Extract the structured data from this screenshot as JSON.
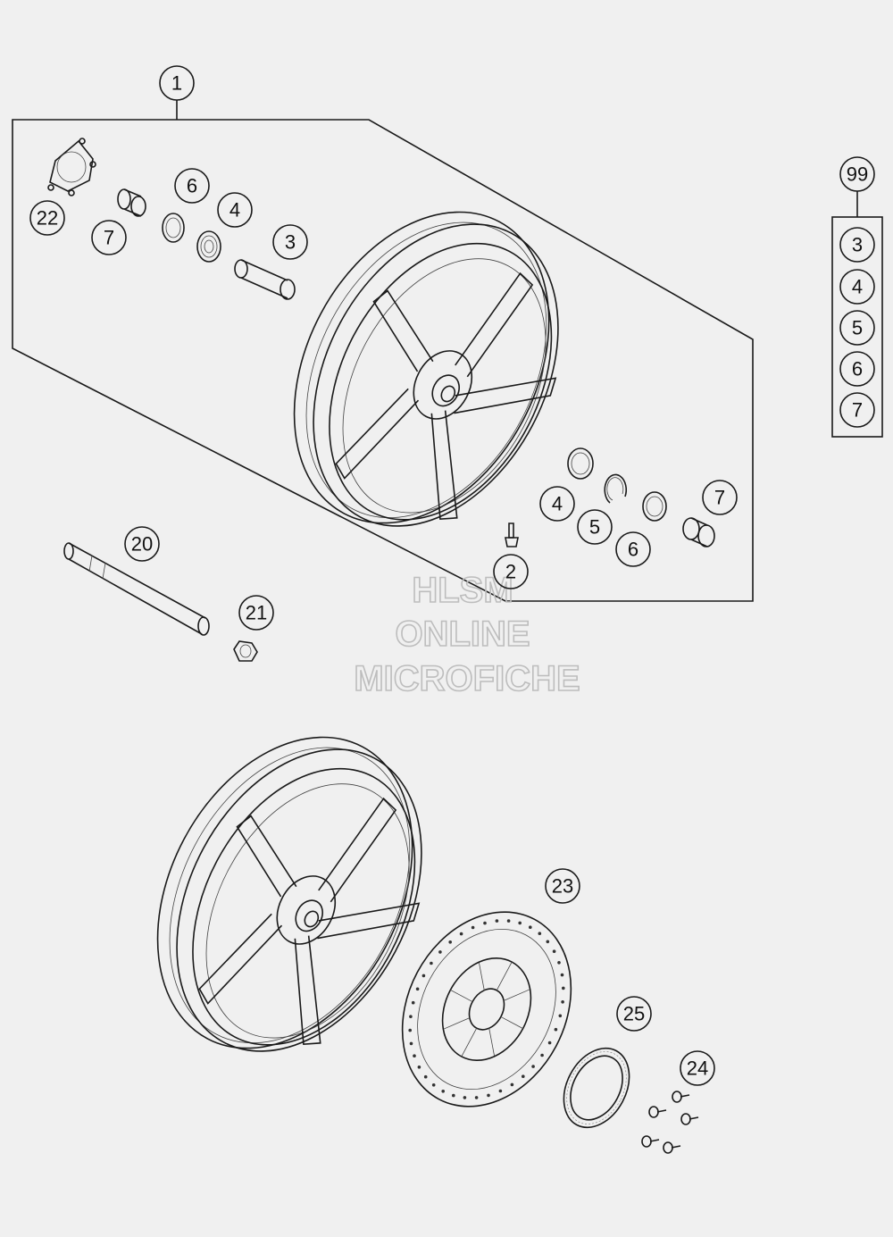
{
  "callouts": {
    "c1": "1",
    "c2": "2",
    "c3": "3",
    "c4a": "4",
    "c4b": "4",
    "c5": "5",
    "c6a": "6",
    "c6b": "6",
    "c7a": "7",
    "c7b": "7",
    "c20": "20",
    "c21": "21",
    "c22": "22",
    "c23": "23",
    "c24": "24",
    "c25": "25",
    "c99": "99"
  },
  "kit_list": [
    "3",
    "4",
    "5",
    "6",
    "7"
  ],
  "watermark": {
    "line1": "HLSM",
    "line2": "ONLINE",
    "line3": "MICROFICHE"
  }
}
